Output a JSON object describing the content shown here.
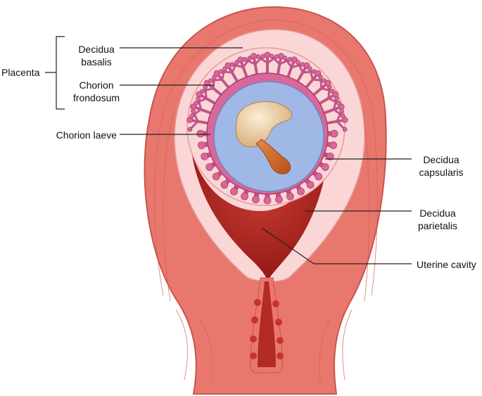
{
  "labels": {
    "placenta": "Placenta",
    "decidua_basalis": "Decidua\nbasalis",
    "chorion_frondosum": "Chorion\nfrondosum",
    "chorion_laeve": "Chorion laeve",
    "decidua_capsularis": "Decidua\ncapsularis",
    "decidua_parietalis": "Decidua\nparietalis",
    "uterine_cavity": "Uterine cavity"
  },
  "colors": {
    "myometrium": "#e8786e",
    "myometrium_dark": "#c9544b",
    "decidua": "#fbd6d6",
    "cavity": "#a41c18",
    "chorion": "#d9679a",
    "amniotic": "#9fb8e6",
    "embryo": "#f2d9b1",
    "yolk_stalk": "#cf6a2a",
    "leader": "#222222"
  }
}
